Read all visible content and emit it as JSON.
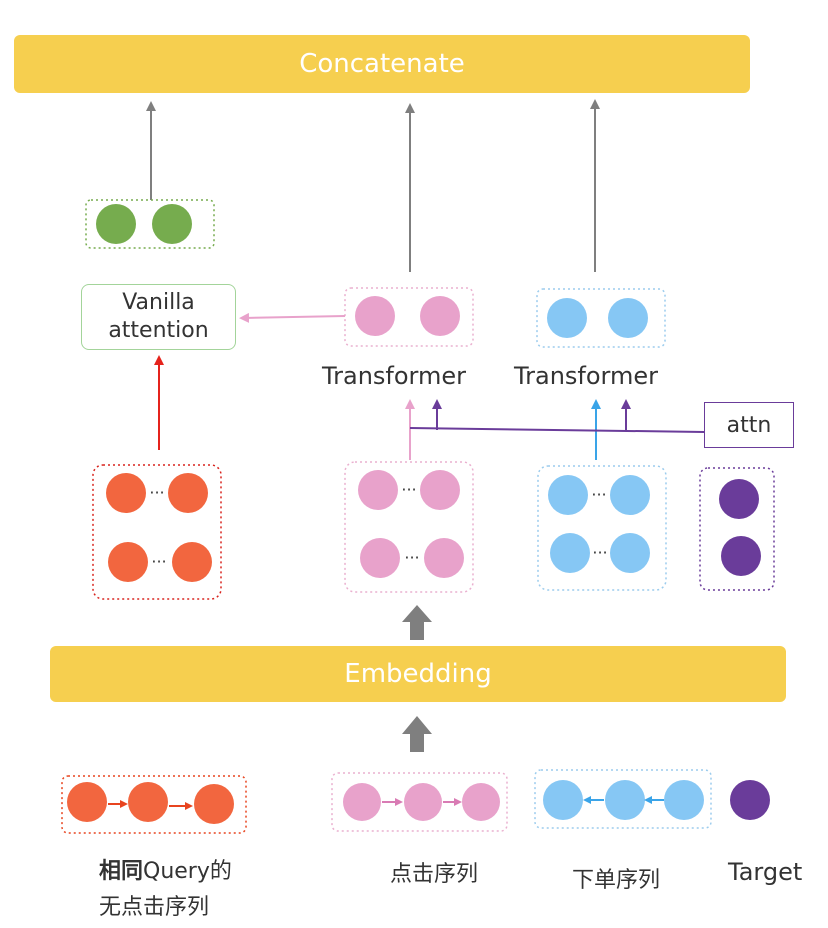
{
  "diagram": {
    "concatenate_label": "Concatenate",
    "embedding_label": "Embedding",
    "vanilla_attention_line1": "Vanilla",
    "vanilla_attention_line2": "attention",
    "transformer_left_label": "Transformer",
    "transformer_right_label": "Transformer",
    "attn_label": "attn",
    "caption_query_bold": "相同",
    "caption_query_rest": "Query的",
    "caption_query_line2": "无点击序列",
    "caption_click": "点击序列",
    "caption_order": "下单序列",
    "caption_target": "Target",
    "ellipsis": "···"
  },
  "colors": {
    "bar_yellow": "#f6cf4f",
    "green": "#76ac4e",
    "green_border": "#a3d49a",
    "orange": "#f2663f",
    "orange_border": "#d9241e",
    "pink": "#e8a2cb",
    "pink_border": "#eab0cf",
    "blue": "#86c7f4",
    "blue_border": "#9ccced",
    "purple": "#6a3c9a",
    "red_arrow": "#e5231c",
    "gray_arrow": "#7f7f7f"
  }
}
